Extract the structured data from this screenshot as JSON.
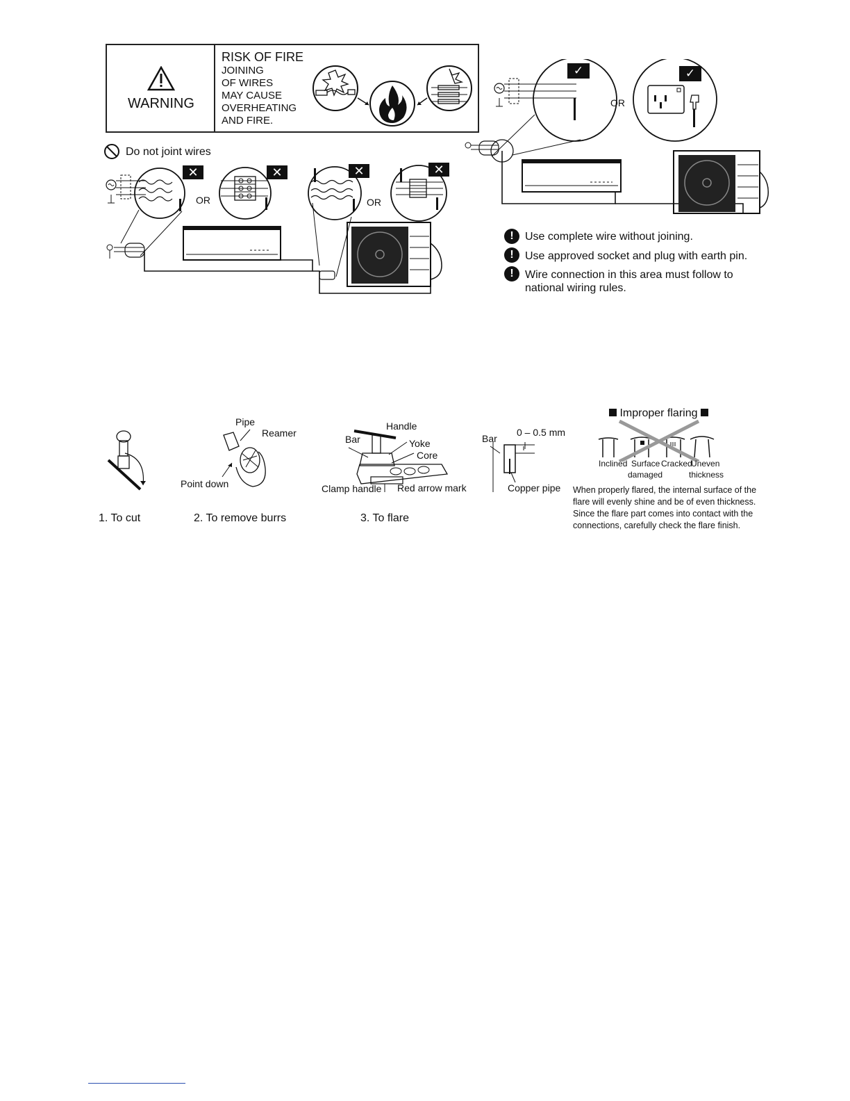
{
  "warning": {
    "label": "WARNING",
    "title": "RISK OF FIRE",
    "lines": [
      "JOINING",
      "OF WIRES",
      "MAY CAUSE",
      "OVERHEATING",
      "AND FIRE."
    ]
  },
  "prohibition": {
    "label": "Do not joint wires",
    "or_labels": [
      "OR",
      "OR"
    ],
    "badge_symbol": "✕"
  },
  "correct": {
    "or_label": "OR",
    "badge_symbol": "✓"
  },
  "notes": [
    {
      "symbol": "!",
      "text": "Use complete wire without joining."
    },
    {
      "symbol": "!",
      "text": "Use approved socket and plug with earth pin."
    },
    {
      "symbol": "!",
      "text": "Wire connection in this area must follow to"
    }
  ],
  "notes_continuation": "national wiring rules.",
  "flaring": {
    "labels": {
      "pipe": "Pipe",
      "reamer": "Reamer",
      "point_down": "Point down",
      "handle": "Handle",
      "bar": "Bar",
      "yoke": "Yoke",
      "core": "Core",
      "clamp_handle": "Clamp handle",
      "red_arrow_mark": "Red arrow mark",
      "bar2": "Bar",
      "gap": "0 – 0.5 mm",
      "copper_pipe": "Copper pipe"
    },
    "steps": [
      "1.  To cut",
      "2.  To remove burrs",
      "3.  To flare"
    ],
    "improper": {
      "title": "Improper flaring",
      "types": [
        "Inclined",
        "Surface",
        "damaged",
        "Cracked",
        "Uneven",
        "thickness"
      ]
    },
    "note_lines": [
      "When properly flared, the internal surface of the",
      "flare will evenly shine and be of even thickness.",
      "Since the flare part comes into contact with the",
      "connections, carefully check the flare finish."
    ]
  }
}
